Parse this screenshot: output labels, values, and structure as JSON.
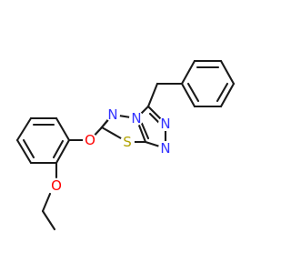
{
  "colors": {
    "background": "#ffffff",
    "bond": "#1a1a1a",
    "nitrogen": "#3333ff",
    "oxygen": "#ff0000",
    "sulfur": "#b2a300"
  },
  "atoms": [
    {
      "id": "n-fused",
      "label": "N",
      "element": "nitrogen"
    },
    {
      "id": "n-thiadiazole",
      "label": "N",
      "element": "nitrogen"
    },
    {
      "id": "n-triazole-1",
      "label": "N",
      "element": "nitrogen"
    },
    {
      "id": "n-triazole-2",
      "label": "N",
      "element": "nitrogen"
    },
    {
      "id": "s-thiadiazole",
      "label": "S",
      "element": "sulfur"
    },
    {
      "id": "o-ether",
      "label": "O",
      "element": "oxygen"
    },
    {
      "id": "o-ethoxy",
      "label": "O",
      "element": "oxygen"
    }
  ]
}
